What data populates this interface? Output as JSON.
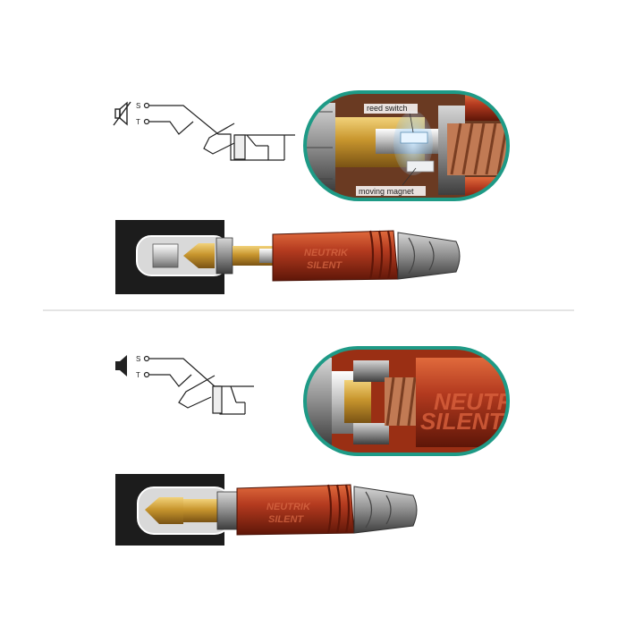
{
  "top_panel": {
    "schematic": {
      "s_label": "S",
      "t_label": "T",
      "icon": "speaker-muted-icon"
    },
    "detail": {
      "label_reed": "reed switch",
      "label_magnet": "moving magnet"
    },
    "plug_text": [
      "NEUTRIK",
      "SILENT"
    ]
  },
  "bottom_panel": {
    "schematic": {
      "s_label": "S",
      "t_label": "T",
      "icon": "speaker-icon"
    },
    "detail_text": [
      "NEUTRIK",
      "SILENT"
    ],
    "plug_text": [
      "NEUTRIK",
      "SILENT"
    ]
  },
  "colors": {
    "frame": "#1e9a86",
    "plug_body": "#b33a1f",
    "plug_shadow": "#6d1a0a",
    "brass": "#c8962e",
    "socket": "#1c1c1c",
    "divider": "#c8c8c8"
  }
}
